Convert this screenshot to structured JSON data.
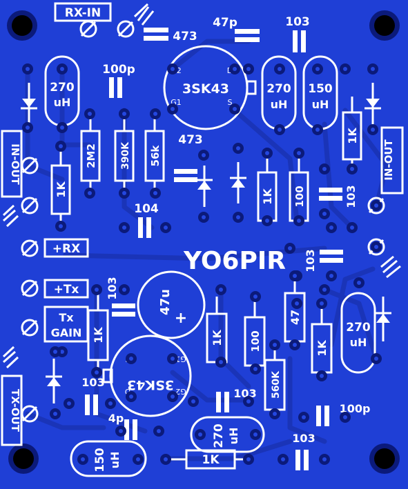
{
  "board": {
    "title": "YO6PIR",
    "colors": {
      "board": "#1f3fd6",
      "silk": "#ffffff",
      "pad": "#0b1a7a",
      "trace": "#1a34b8",
      "hole": "#000000"
    }
  },
  "labels": {
    "rx_in": "RX-IN",
    "in_out_left": "IN-OUT",
    "in_out_right": "IN-OUT",
    "plus_rx": "+RX",
    "plus_tx": "+Tx",
    "tx_gain_1": "Tx",
    "tx_gain_2": "GAIN",
    "tx_out": "TX-OUT"
  },
  "components": {
    "c_473_top": "473",
    "c_47p": "47p",
    "c_103_top": "103",
    "c_100p_top": "100p",
    "l_270_a_val": "270",
    "l_270_a_unit": "uH",
    "l_270_b_val": "270",
    "l_270_b_unit": "uH",
    "l_150_a_val": "150",
    "l_150_a_unit": "uH",
    "q_top": "3SK43",
    "q_top_g2": "G2",
    "q_top_g1": "G1",
    "q_top_d": "D",
    "q_top_s": "S",
    "r_1k_right": "1K",
    "r_2m2": "2M2",
    "r_390k": "390K",
    "r_56k": "56k",
    "c_473_mid": "473",
    "r_1k_left": "1K",
    "r_1k_mid": "1K",
    "r_100_mid": "100",
    "c_103_right": "103",
    "c_104": "104",
    "c_103_mid": "103",
    "c_103_lefttx": "103",
    "c_47u_val": "47u",
    "c_47u_plus": "+",
    "r_1k_tx": "1K",
    "r_47": "47",
    "r_1k_low": "1K",
    "r_100_low": "100",
    "r_1k_lowright": "1K",
    "l_270_c_val": "270",
    "l_270_c_unit": "uH",
    "q_bot": "3SK43",
    "q_bot_s": "S",
    "q_bot_g1": "G1",
    "q_bot_d": "D",
    "q_bot_g2": "G2",
    "c_103_bl": "103",
    "c_103_bm": "103",
    "r_560k": "560K",
    "c_4p": "4p",
    "c_100p_bot": "100p",
    "l_270_d_val": "270",
    "l_270_d_unit": "uH",
    "c_103_bot": "103",
    "l_150_b_val": "150",
    "l_150_b_unit": "uH",
    "r_1k_bot": "1K"
  }
}
